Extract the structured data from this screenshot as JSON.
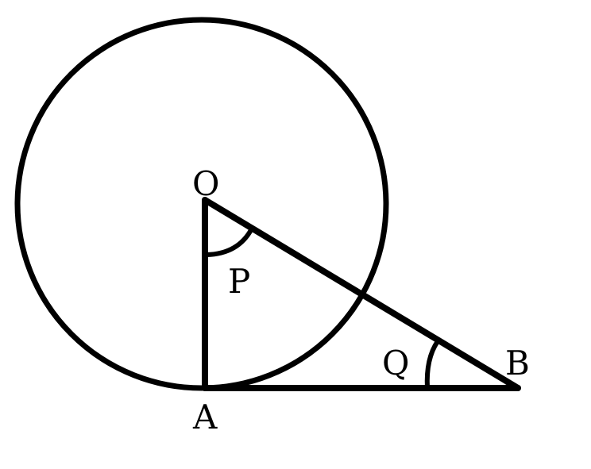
{
  "colors": {
    "background": "#ffffff",
    "stroke": "#000000"
  },
  "points": {
    "O": {
      "label": "O"
    },
    "A": {
      "label": "A"
    },
    "B": {
      "label": "B"
    }
  },
  "angles": {
    "P": {
      "label": "P"
    },
    "Q": {
      "label": "Q"
    }
  }
}
